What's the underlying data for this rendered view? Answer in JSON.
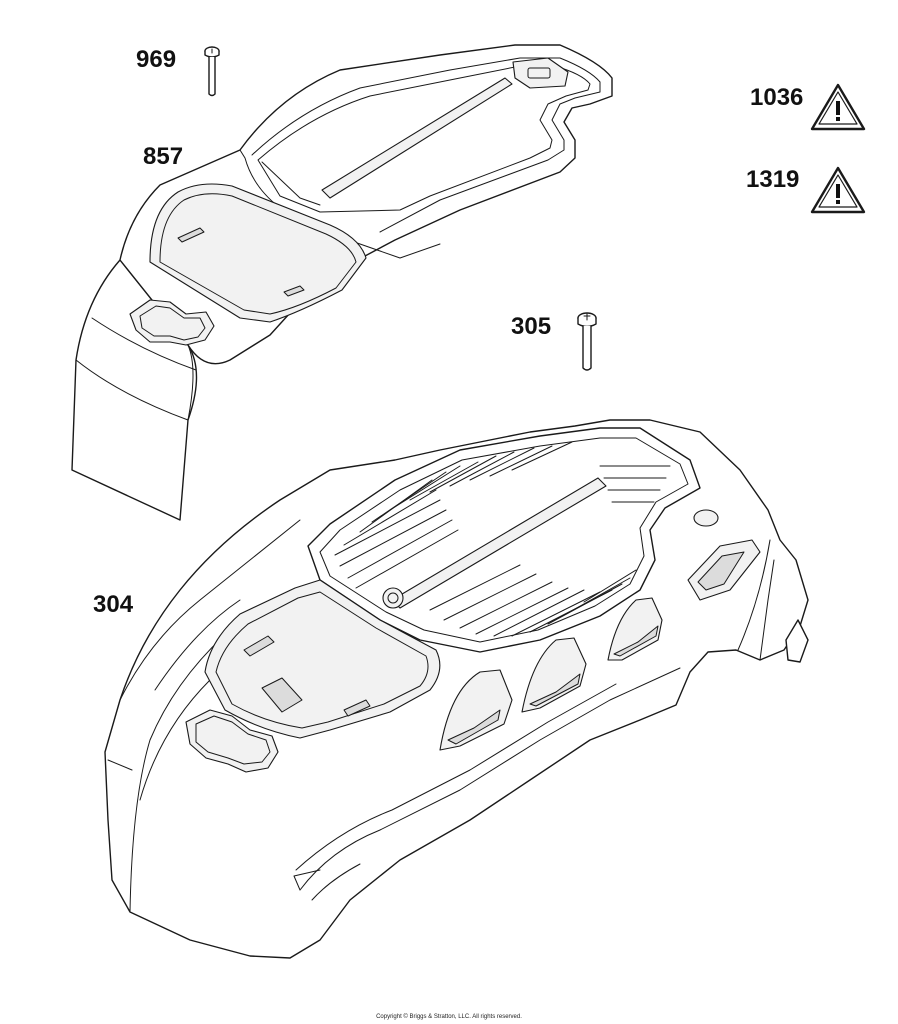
{
  "callouts": {
    "part_969": "969",
    "part_857": "857",
    "part_305": "305",
    "part_304": "304",
    "warning_1036": "1036",
    "warning_1319": "1319"
  },
  "footer": {
    "copyright": "Copyright © Briggs & Stratton, LLC. All rights reserved."
  },
  "icons": {
    "warning": "warning-triangle-icon",
    "screw": "screw-icon"
  }
}
